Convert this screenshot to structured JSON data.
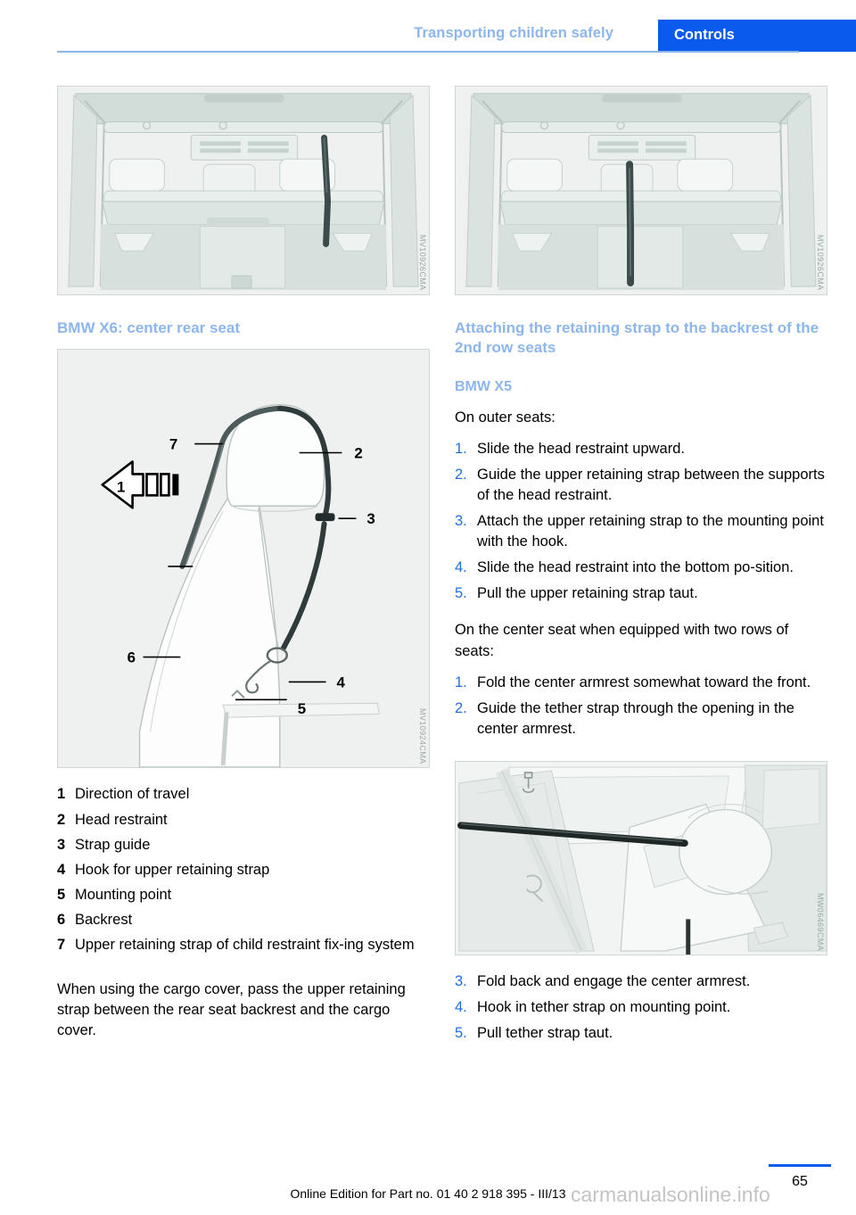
{
  "header": {
    "chapter": "Transporting children safely",
    "tab": "Controls",
    "accent_blue": "#0a5aee",
    "light_blue": "#8db6ec"
  },
  "left_column": {
    "figure_top": {
      "name": "cargo-area-with-retaining-strap",
      "code": "MV10926CMA"
    },
    "heading": "BMW X6: center rear seat",
    "figure_diagram": {
      "name": "rear-seat-backrest-strap-diagram",
      "code": "MV10924CMA",
      "callouts": [
        "1",
        "2",
        "3",
        "4",
        "5",
        "6",
        "7"
      ]
    },
    "key_items": [
      {
        "num": "1",
        "text": "Direction of travel"
      },
      {
        "num": "2",
        "text": "Head restraint"
      },
      {
        "num": "3",
        "text": "Strap guide"
      },
      {
        "num": "4",
        "text": "Hook for upper retaining strap"
      },
      {
        "num": "5",
        "text": "Mounting point"
      },
      {
        "num": "6",
        "text": "Backrest"
      },
      {
        "num": "7",
        "text": "Upper retaining strap of child restraint fix-ing system"
      }
    ],
    "closing_paragraph": "When using the cargo cover, pass the upper retaining strap between the rear seat backrest and the cargo cover."
  },
  "right_column": {
    "figure_top": {
      "name": "cargo-area-center-strap",
      "code": "MV10926CMA"
    },
    "heading": "Attaching the retaining strap to the backrest of the 2nd row seats",
    "subheading": "BMW X5",
    "intro_outer": "On outer seats:",
    "steps_outer": [
      {
        "num": "1.",
        "text": "Slide the head restraint upward."
      },
      {
        "num": "2.",
        "text": "Guide the upper retaining strap between the supports of the head restraint."
      },
      {
        "num": "3.",
        "text": "Attach the upper retaining strap to the mounting point with the hook."
      },
      {
        "num": "4.",
        "text": "Slide the head restraint into the bottom po-sition."
      },
      {
        "num": "5.",
        "text": "Pull the upper retaining strap taut."
      }
    ],
    "intro_center": "On the center seat when equipped with two rows of seats:",
    "steps_center_before": [
      {
        "num": "1.",
        "text": "Fold the center armrest somewhat toward the front."
      },
      {
        "num": "2.",
        "text": "Guide the tether strap through the opening in the center armrest."
      }
    ],
    "figure_cabin": {
      "name": "center-armrest-tether-strap",
      "code": "MW06469CMA"
    },
    "steps_center_after": [
      {
        "num": "3.",
        "text": "Fold back and engage the center armrest."
      },
      {
        "num": "4.",
        "text": "Hook in tether strap on mounting point."
      },
      {
        "num": "5.",
        "text": "Pull tether strap taut."
      }
    ]
  },
  "footer": {
    "page_number": "65",
    "edition": "Online Edition for Part no. 01 40 2 918 395 - III/13",
    "watermark": "carmanualsonline.info"
  }
}
